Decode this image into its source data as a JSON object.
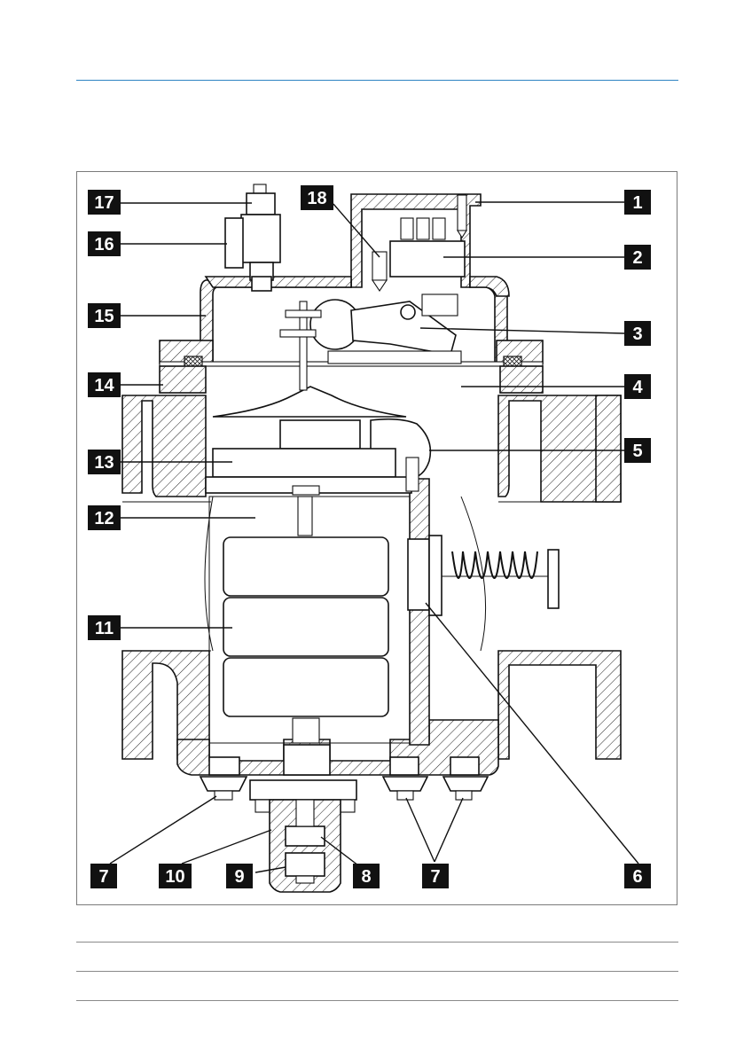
{
  "figure": {
    "callouts": [
      {
        "id": "1",
        "text": "1"
      },
      {
        "id": "2",
        "text": "2"
      },
      {
        "id": "3",
        "text": "3"
      },
      {
        "id": "4",
        "text": "4"
      },
      {
        "id": "5",
        "text": "5"
      },
      {
        "id": "6",
        "text": "6"
      },
      {
        "id": "7a",
        "text": "7"
      },
      {
        "id": "7b",
        "text": "7"
      },
      {
        "id": "8",
        "text": "8"
      },
      {
        "id": "9",
        "text": "9"
      },
      {
        "id": "10",
        "text": "10"
      },
      {
        "id": "11",
        "text": "11"
      },
      {
        "id": "12",
        "text": "12"
      },
      {
        "id": "13",
        "text": "13"
      },
      {
        "id": "14",
        "text": "14"
      },
      {
        "id": "15",
        "text": "15"
      },
      {
        "id": "16",
        "text": "16"
      },
      {
        "id": "17",
        "text": "17"
      },
      {
        "id": "18",
        "text": "18"
      }
    ]
  },
  "colors": {
    "header_rule": "#2e83c3",
    "label_fill": "#111111",
    "label_text": "#ffffff",
    "frame": "#7a7a7a"
  }
}
